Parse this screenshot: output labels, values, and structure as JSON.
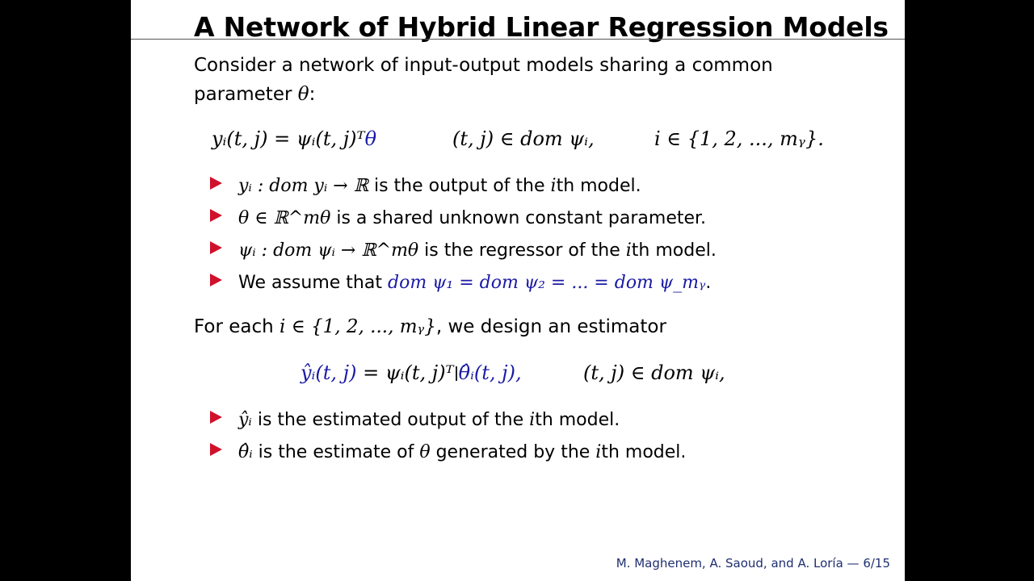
{
  "slide": {
    "title": "A Network of Hybrid Linear Regression Models",
    "intro_line1": "Consider a network of input-output models sharing a common",
    "intro_line2_text": "parameter ",
    "intro_line2_sym": "θ",
    "intro_line2_end": ":",
    "eq1_left": "yᵢ(t, j) = ψᵢ(t, j)ᵀ",
    "eq1_theta": "θ",
    "eq1_dom": "(t, j) ∈ dom ψᵢ,",
    "eq1_idx": "i ∈ {1, 2, ..., mᵧ}.",
    "bullets1": [
      {
        "math": "yᵢ : dom yᵢ → ℝ",
        "text": " is the output of the ",
        "i": "i",
        "tail": "th model."
      },
      {
        "math": "θ ∈ ℝ^mθ",
        "text": " is a shared unknown constant parameter.",
        "i": "",
        "tail": ""
      },
      {
        "math": "ψᵢ : dom ψᵢ → ℝ^mθ",
        "text": " is the regressor of the ",
        "i": "i",
        "tail": "th model."
      },
      {
        "text": "We assume that ",
        "math_blue": "dom ψ₁ = dom ψ₂ = ... = dom ψ_mᵧ",
        "tail": "."
      }
    ],
    "for_each_text": "For each ",
    "for_each_math": "i ∈ {1, 2, ..., mᵧ}",
    "for_each_tail": ", we design an estimator",
    "eq2_yhat": "ŷᵢ(t, j)",
    "eq2_mid": " = ψᵢ(t, j)ᵀ",
    "eq2_thetahat": "θ̂ᵢ(t, j),",
    "eq2_dom": "(t, j) ∈ dom ψᵢ,",
    "bullets2": [
      {
        "math": "ŷᵢ",
        "text": " is the estimated output of the ",
        "i": "i",
        "tail": "th model."
      },
      {
        "math": "θ̂ᵢ",
        "text": " is the estimate of ",
        "sym": "θ",
        "text2": " generated by the ",
        "i": "i",
        "tail": "th model."
      }
    ],
    "footer": "M. Maghenem, A. Saoud, and A. Loría — 6/15"
  }
}
